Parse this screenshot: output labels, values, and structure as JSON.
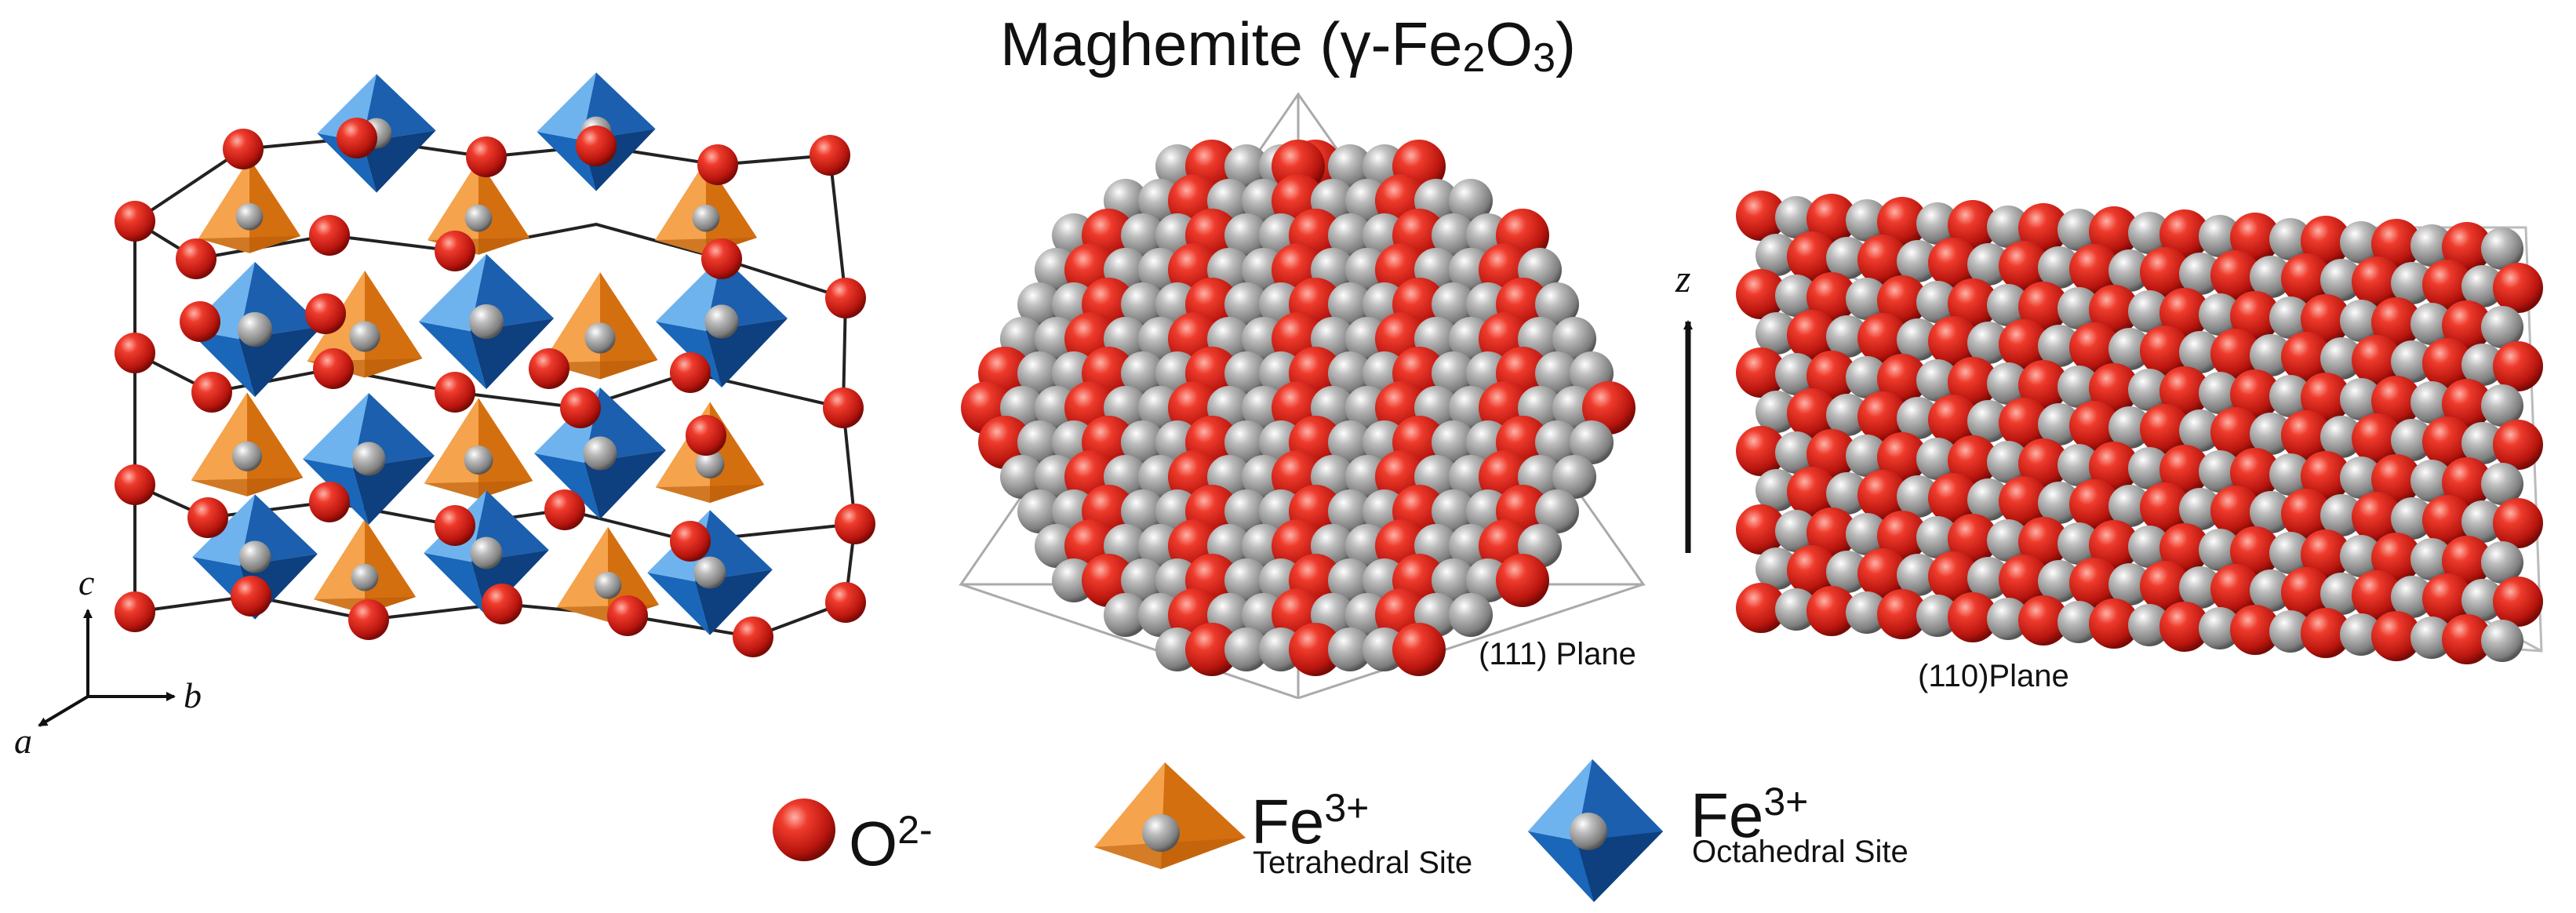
{
  "title": {
    "prefix": "Maghemite (γ-Fe",
    "sub1": "2",
    "mid": "O",
    "sub2": "3",
    "suffix": ")"
  },
  "axes": {
    "a": "a",
    "b": "b",
    "c": "c"
  },
  "panels": {
    "plane111": "(111) Plane",
    "plane110": "(110)Plane",
    "z_axis": "z"
  },
  "legend": {
    "oxygen": {
      "ion": "O",
      "charge": "2-"
    },
    "tetrahedral": {
      "ion": "Fe",
      "charge": "3+",
      "site": "Tetrahedral Site"
    },
    "octahedral": {
      "ion": "Fe",
      "charge": "3+",
      "site": "Octahedral Site"
    }
  },
  "colors": {
    "oxygen": "#d9241c",
    "iron": "#a9a9a9",
    "tetrahedron": "#f08a1e",
    "octahedron": "#1f6fc4"
  }
}
